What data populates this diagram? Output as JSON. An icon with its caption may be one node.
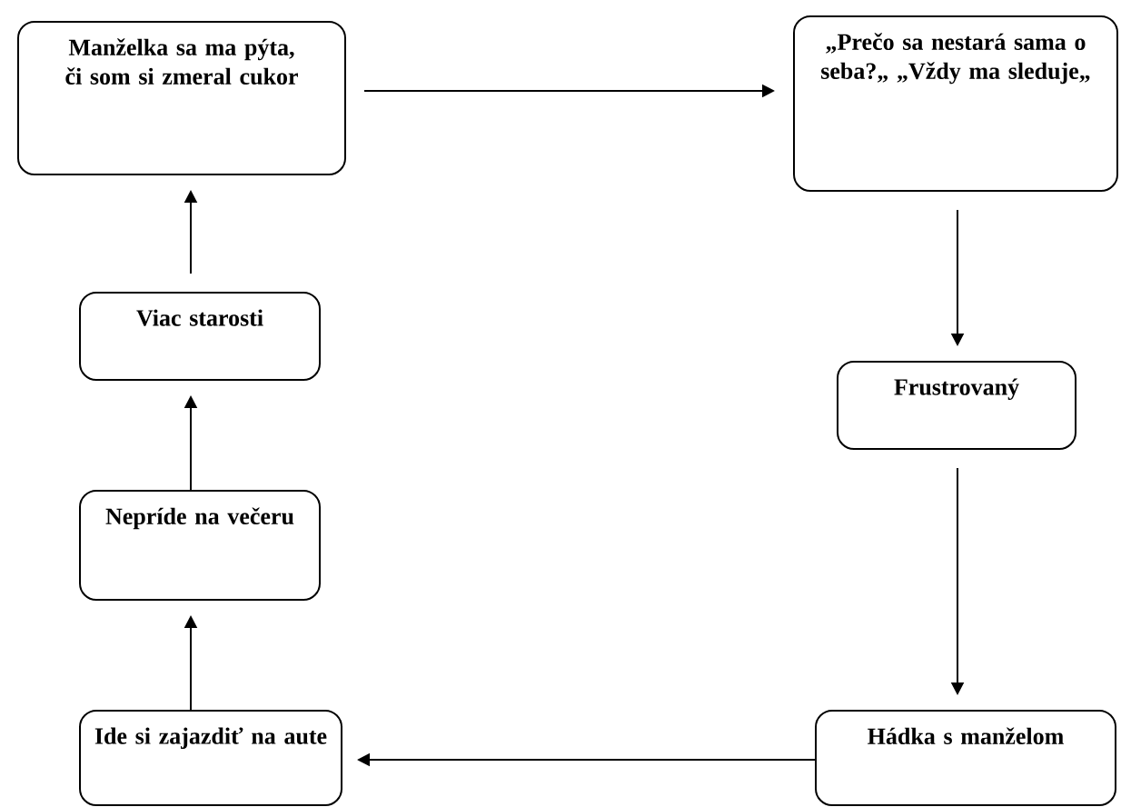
{
  "diagram": {
    "nodes": [
      {
        "text": [
          "Manželka sa ma pýta, či som si zmeral cukor"
        ]
      },
      {
        "text": [
          "„Prečo sa nestará sama o seba?„ „Vždy ma sleduje„"
        ]
      },
      {
        "text": [
          "Frustrovaný"
        ]
      },
      {
        "text": [
          "Hádka s manželom"
        ]
      },
      {
        "text": [
          "Ide si zajazdiť na aute"
        ]
      },
      {
        "text": [
          "Nepríde na večeru"
        ]
      },
      {
        "text": [
          "Viac starosti"
        ]
      }
    ],
    "edges": [
      {
        "from": 0,
        "to": 1,
        "arrow": "to"
      },
      {
        "from": 1,
        "to": 2,
        "arrow": "to"
      },
      {
        "from": 2,
        "to": 3,
        "arrow": "to"
      },
      {
        "from": 3,
        "to": 4,
        "arrow": "to"
      },
      {
        "from": 4,
        "to": 5,
        "arrow": "to"
      },
      {
        "from": 5,
        "to": 6,
        "arrow": "to"
      },
      {
        "from": 6,
        "to": 0,
        "arrow": "to"
      }
    ]
  }
}
